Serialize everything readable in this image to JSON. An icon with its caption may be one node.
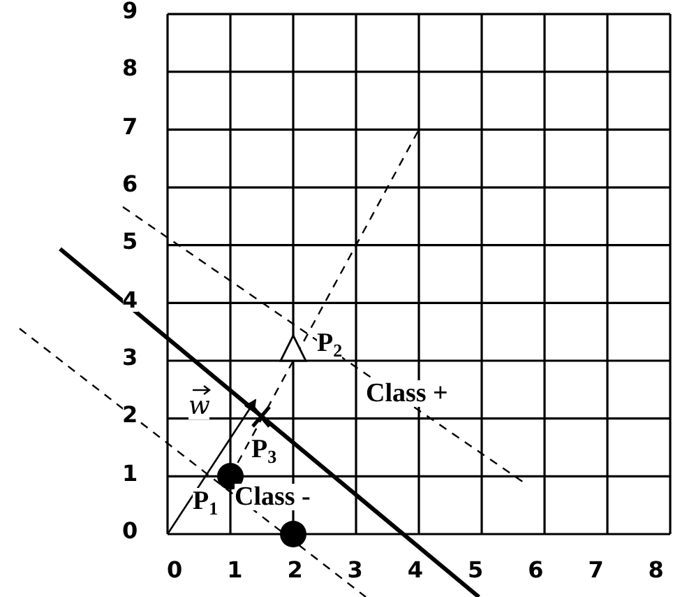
{
  "diagram": {
    "labels": [
      "9",
      "8",
      "7",
      "6",
      "5",
      "4",
      "P$_{2}$",
      "3",
      "w",
      "Class +",
      "2",
      "P$_{3}$",
      "1",
      "P$_{1}$",
      "Class -",
      "0",
      "0",
      "1",
      "2",
      "3",
      "4",
      "5",
      "6",
      "7",
      "8"
    ]
  }
}
